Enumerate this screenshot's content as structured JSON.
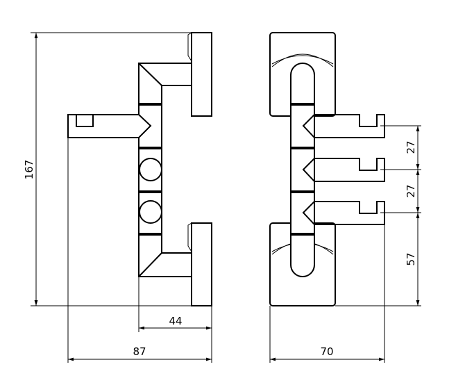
{
  "dimensions": {
    "overall_height": "167",
    "plate_to_column_depth": "44",
    "overall_depth": "87",
    "overall_width": "70",
    "hook_spacing_upper": "27",
    "hook_spacing_lower": "27",
    "bottom_to_hook": "57"
  },
  "colors": {
    "line": "#000000",
    "background": "#ffffff"
  }
}
